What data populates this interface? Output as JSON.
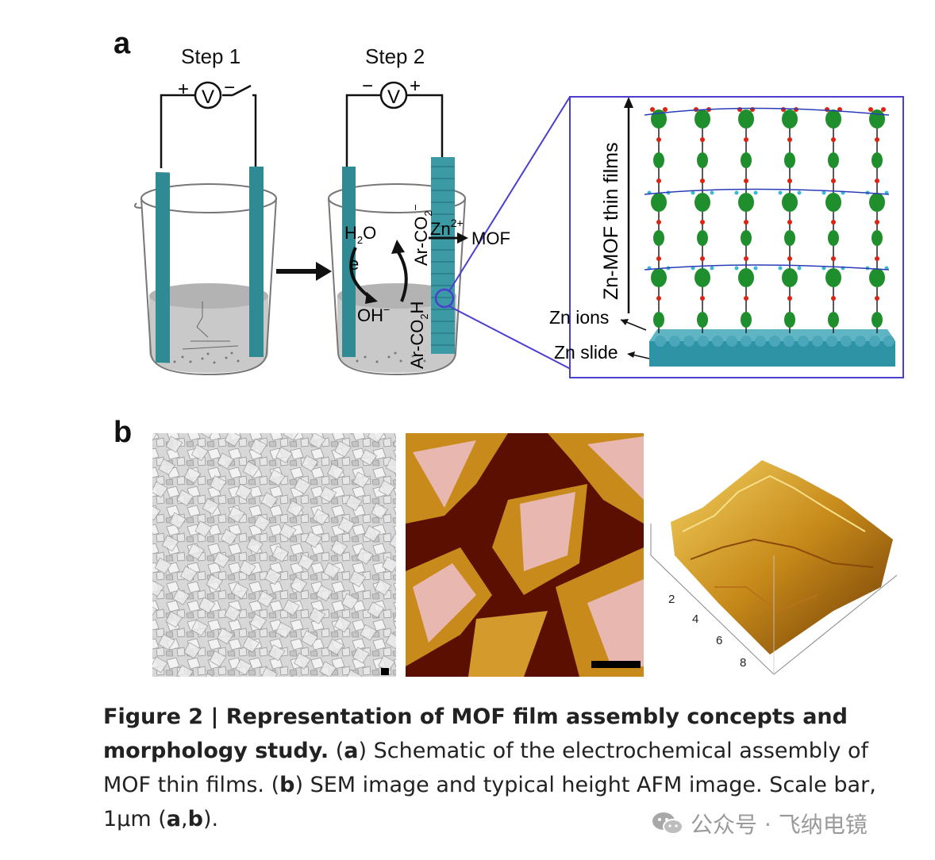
{
  "panel_a": {
    "letter": "a",
    "step1": "Step 1",
    "step2": "Step 2",
    "voltmeter": "V",
    "plus": "+",
    "minus": "−",
    "h2o": "H2O",
    "e": "e",
    "oh": "OH−",
    "arco2": "Ar-CO2−",
    "zn2": "Zn2+",
    "mof": "MOF",
    "arco2h": "Ar-CO2H",
    "film_label": "Zn-MOF thin films",
    "zn_ions": "Zn ions",
    "zn_slide": "Zn slide"
  },
  "panel_b": {
    "letter": "b",
    "afm_ticks": [
      "2",
      "4",
      "6",
      "8"
    ]
  },
  "caption": {
    "bold": "Figure 2 | Representation of MOF film assembly concepts and morphology study.",
    "seg1": " (",
    "a": "a",
    "seg2": ") Schematic of the electrochemical assembly of MOF thin films. (",
    "b": "b",
    "seg3": ") SEM image and typical height AFM image. Scale bar, 1µm (",
    "a2": "a",
    "comma": ",",
    "b2": "b",
    "seg4": ")."
  },
  "watermark": {
    "text": "公众号 · 飞纳电镜"
  },
  "colors": {
    "electrode": "#2f8a93",
    "frame": "#4a3fd0",
    "afm_dark": "#5a0f00",
    "afm_mid": "#c88a1a",
    "afm_light": "#e8b7b0"
  }
}
